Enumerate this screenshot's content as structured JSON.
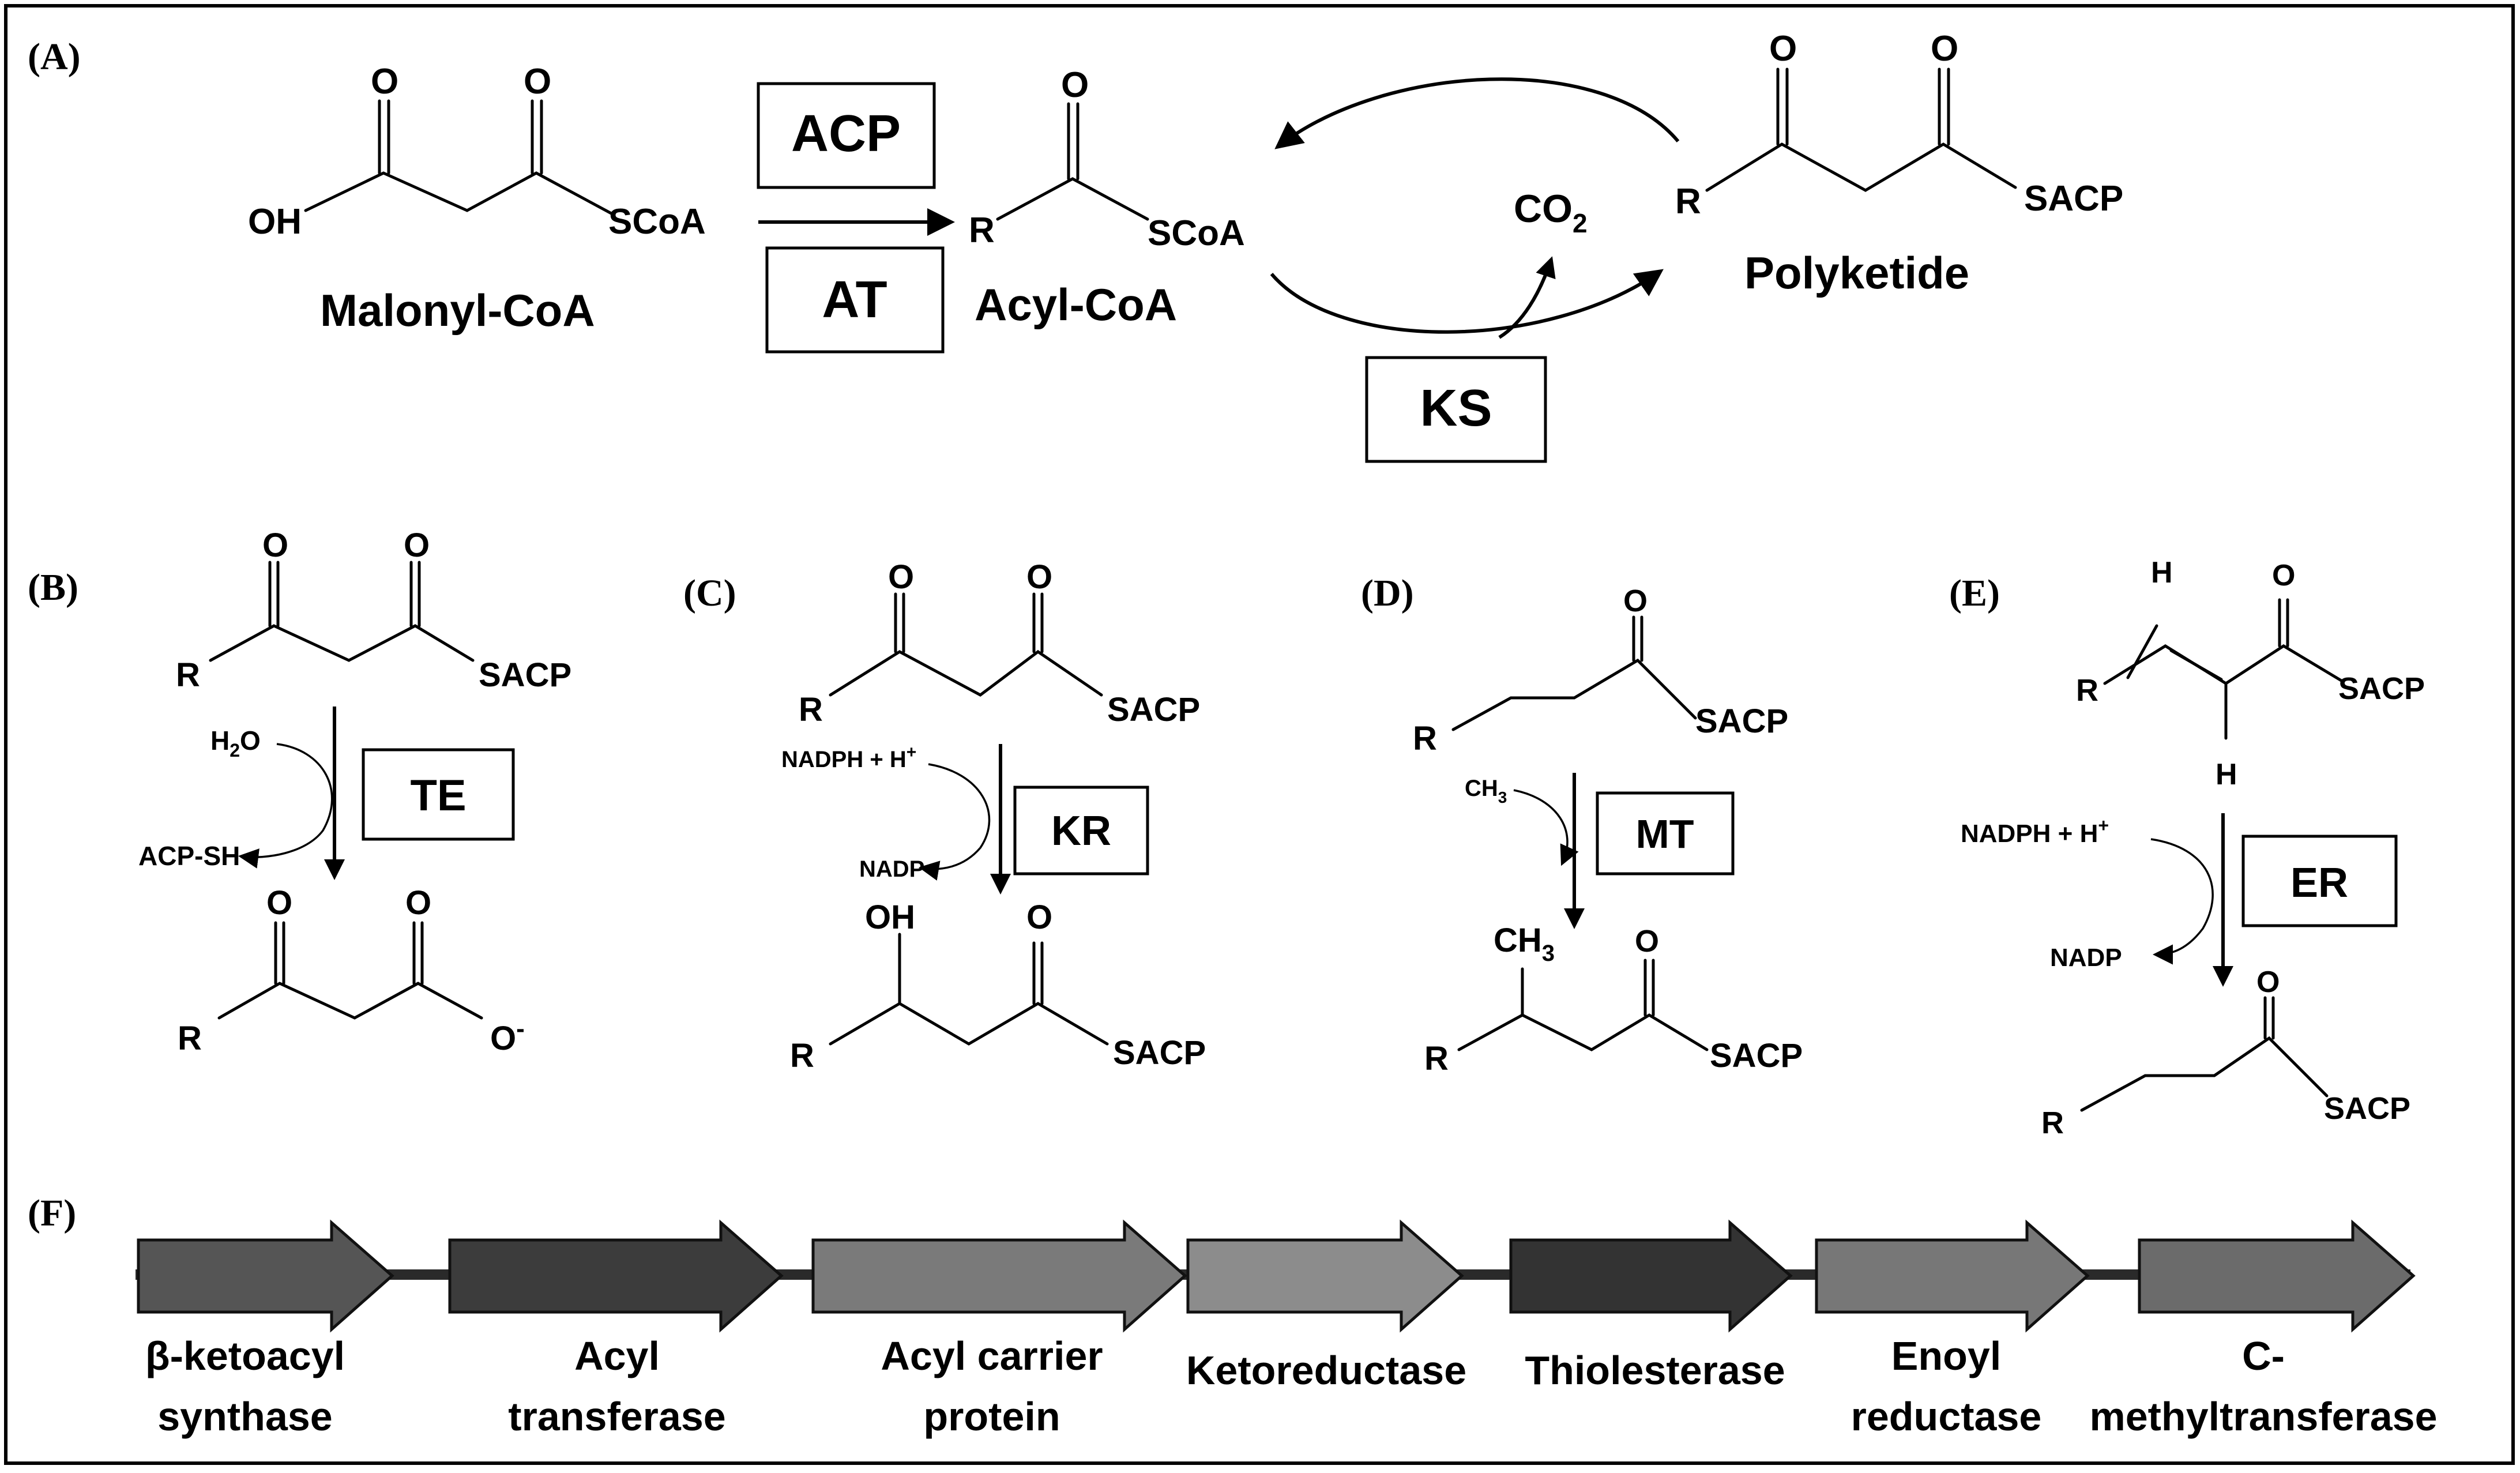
{
  "panels": {
    "A": "(A)",
    "B": "(B)",
    "C": "(C)",
    "D": "(D)",
    "E": "(E)",
    "F": "(F)"
  },
  "panel_a": {
    "malonyl": {
      "oh": "OH",
      "o1": "O",
      "o2": "O",
      "scoa": "SCoA",
      "name": "Malonyl-CoA"
    },
    "acyl": {
      "r": "R",
      "o": "O",
      "scoa": "SCoA",
      "name": "Acyl-CoA"
    },
    "polyketide": {
      "r": "R",
      "o1": "O",
      "o2": "O",
      "sacp": "SACP",
      "name": "Polyketide"
    },
    "co2": {
      "co": "CO",
      "sub": "2"
    },
    "enzymes": {
      "acp": "ACP",
      "at": "AT",
      "ks": "KS"
    }
  },
  "panel_b": {
    "top": {
      "r": "R",
      "o1": "O",
      "o2": "O",
      "sacp": "SACP"
    },
    "h2o": {
      "h": "H",
      "sub": "2",
      "o": "O"
    },
    "acpsh": "ACP-SH",
    "enzyme": "TE",
    "bottom": {
      "r": "R",
      "o1": "O",
      "o2": "O",
      "ominus": "O",
      "charge": "-"
    }
  },
  "panel_c": {
    "top": {
      "r": "R",
      "o1": "O",
      "o2": "O",
      "sacp": "SACP"
    },
    "nadph": "NADPH + H",
    "nadph_charge": "+",
    "nadp": "NADP",
    "enzyme": "KR",
    "bottom": {
      "r": "R",
      "oh": "OH",
      "o": "O",
      "sacp": "SACP"
    }
  },
  "panel_d": {
    "top": {
      "r": "R",
      "o": "O",
      "sacp": "SACP"
    },
    "ch3_side": {
      "ch": "CH",
      "sub": "3"
    },
    "enzyme": "MT",
    "bottom": {
      "r": "R",
      "ch": "CH",
      "sub": "3",
      "o": "O",
      "sacp": "SACP"
    }
  },
  "panel_e": {
    "top": {
      "r": "R",
      "h1": "H",
      "h2": "H",
      "o": "O",
      "sacp": "SACP"
    },
    "nadph": "NADPH + H",
    "nadph_charge": "+",
    "nadp": "NADP",
    "enzyme": "ER",
    "bottom": {
      "r": "R",
      "o": "O",
      "sacp": "SACP"
    }
  },
  "genes": [
    {
      "line1": "β-ketoacyl",
      "line2": "synthase",
      "color": "#555555"
    },
    {
      "line1": "Acyl",
      "line2": "transferase",
      "color": "#3c3c3c"
    },
    {
      "line1": "Acyl carrier",
      "line2": "protein",
      "color": "#7a7a7a"
    },
    {
      "line1": "Ketoreductase",
      "line2": "",
      "color": "#8c8c8c"
    },
    {
      "line1": "Thiolesterase",
      "line2": "",
      "color": "#333333"
    },
    {
      "line1": "Enoyl",
      "line2": "reductase",
      "color": "#777777"
    },
    {
      "line1": "C-",
      "line2": "methyltransferase",
      "color": "#6b6b6b"
    }
  ]
}
